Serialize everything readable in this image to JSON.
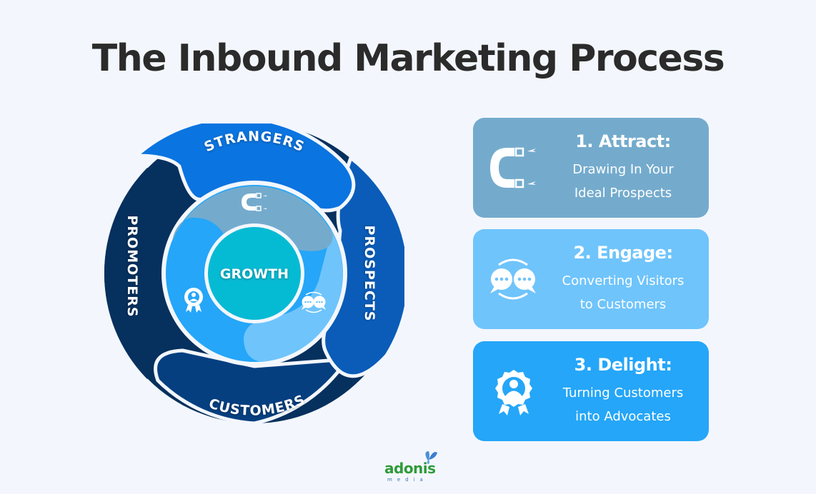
{
  "title": "The Inbound Marketing Process",
  "diagram": {
    "center_label": "GROWTH",
    "outer_ring": [
      {
        "label": "STRANGERS",
        "color": "#0a74e0"
      },
      {
        "label": "PROSPECTS",
        "color": "#0a5cb8"
      },
      {
        "label": "CUSTOMERS",
        "color": "#053f80"
      },
      {
        "label": "PROMOTERS",
        "color": "#06305e"
      }
    ],
    "inner_ring": [
      {
        "stage": "Attract",
        "icon": "magnet-icon",
        "color": "#74abcd"
      },
      {
        "stage": "Engage",
        "icon": "chat-bubbles-icon",
        "color": "#6fc4fb"
      },
      {
        "stage": "Delight",
        "icon": "award-badge-icon",
        "color": "#25a6f8"
      }
    ],
    "center_color": "#05bbd3"
  },
  "cards": [
    {
      "heading": "1. Attract:",
      "line1": "Drawing In Your",
      "line2": "Ideal Prospects",
      "icon": "magnet-icon",
      "color": "#74abcd"
    },
    {
      "heading": "2. Engage:",
      "line1": "Converting Visitors",
      "line2": "to Customers",
      "icon": "chat-bubbles-icon",
      "color": "#6fc4fb"
    },
    {
      "heading": "3. Delight:",
      "line1": "Turning Customers",
      "line2": "into Advocates",
      "icon": "award-badge-icon",
      "color": "#25a6f8"
    }
  ],
  "logo": {
    "word": "adonis",
    "sub": "media"
  }
}
